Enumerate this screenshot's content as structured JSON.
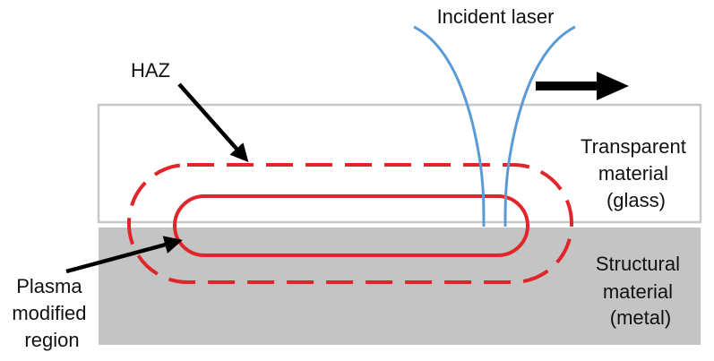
{
  "labels": {
    "incident_laser": "Incident laser",
    "haz": "HAZ",
    "transparent_material": [
      "Transparent",
      "material",
      "(glass)"
    ],
    "structural_material": [
      "Structural",
      "material",
      "(metal)"
    ],
    "plasma_modified_region": [
      "Plasma",
      "modified",
      "region"
    ]
  },
  "colors": {
    "background": "#ffffff",
    "glass_border": "#c8c8c8",
    "metal_fill": "#c4c4c4",
    "plasma_region": "#e0262b",
    "haz_boundary": "#e0262b",
    "laser_beam": "#5b9bd5",
    "arrows": "#000000",
    "text": "#111111"
  },
  "icons": {
    "scan_direction": "arrow-right-icon"
  }
}
